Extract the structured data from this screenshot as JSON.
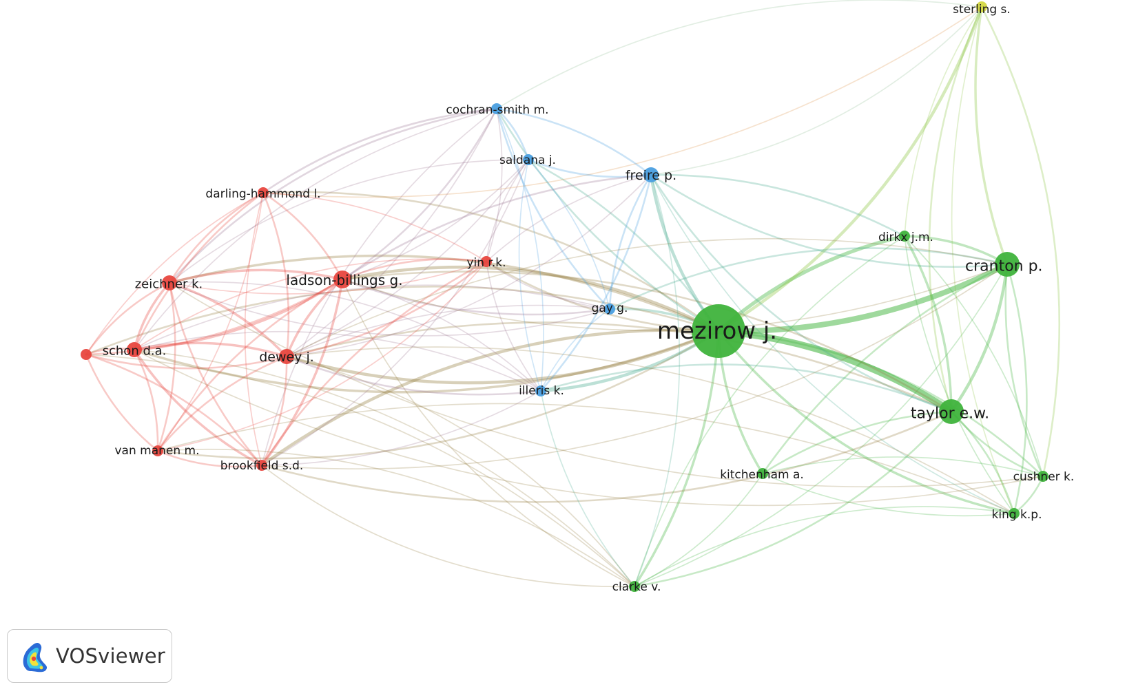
{
  "app": {
    "name": "VOSviewer",
    "logo_icon": "vosviewer-logo-icon"
  },
  "clusters": {
    "red": "#e8473f",
    "blue": "#4a9fe0",
    "green": "#3fb33c",
    "yellow": "#d4d843"
  },
  "nodes": [
    {
      "id": "mezirow",
      "label": "mezirow j.",
      "cluster": "green",
      "weight": 10
    },
    {
      "id": "cranton",
      "label": "cranton p.",
      "cluster": "green",
      "weight": 5
    },
    {
      "id": "taylor",
      "label": "taylor e.w.",
      "cluster": "green",
      "weight": 5
    },
    {
      "id": "dirkx",
      "label": "dirkx j.m.",
      "cluster": "green",
      "weight": 2
    },
    {
      "id": "kitchenham",
      "label": "kitchenham a.",
      "cluster": "green",
      "weight": 2
    },
    {
      "id": "cushner",
      "label": "cushner k.",
      "cluster": "green",
      "weight": 2
    },
    {
      "id": "king",
      "label": "king k.p.",
      "cluster": "green",
      "weight": 2
    },
    {
      "id": "clarke",
      "label": "clarke v.",
      "cluster": "green",
      "weight": 2
    },
    {
      "id": "sterling",
      "label": "sterling s.",
      "cluster": "yellow",
      "weight": 2
    },
    {
      "id": "cochran",
      "label": "cochran-smith m.",
      "cluster": "blue",
      "weight": 2
    },
    {
      "id": "saldana",
      "label": "saldana j.",
      "cluster": "blue",
      "weight": 2
    },
    {
      "id": "freire",
      "label": "freire p.",
      "cluster": "blue",
      "weight": 3
    },
    {
      "id": "gay",
      "label": "gay g.",
      "cluster": "blue",
      "weight": 2
    },
    {
      "id": "illeris",
      "label": "illeris k.",
      "cluster": "blue",
      "weight": 2
    },
    {
      "id": "darling",
      "label": "darling-hammond l.",
      "cluster": "red",
      "weight": 2
    },
    {
      "id": "yin",
      "label": "yin r.k.",
      "cluster": "red",
      "weight": 2
    },
    {
      "id": "ladson",
      "label": "ladson-billings g.",
      "cluster": "red",
      "weight": 4
    },
    {
      "id": "zeichner",
      "label": "zeichner k.",
      "cluster": "red",
      "weight": 3
    },
    {
      "id": "schon",
      "label": "schon d.a.",
      "cluster": "red",
      "weight": 3
    },
    {
      "id": "dewey",
      "label": "dewey j.",
      "cluster": "red",
      "weight": 3
    },
    {
      "id": "vanmanen",
      "label": "van manen m.",
      "cluster": "red",
      "weight": 2
    },
    {
      "id": "brookfield",
      "label": "brookfield s.d.",
      "cluster": "red",
      "weight": 2
    },
    {
      "id": "red_unlabeled",
      "label": "",
      "cluster": "red",
      "weight": 2
    }
  ],
  "links": [
    [
      "mezirow",
      "taylor",
      10
    ],
    [
      "mezirow",
      "cranton",
      8
    ],
    [
      "mezirow",
      "dirkx",
      5
    ],
    [
      "mezirow",
      "sterling",
      4
    ],
    [
      "mezirow",
      "freire",
      4
    ],
    [
      "mezirow",
      "gay",
      3
    ],
    [
      "mezirow",
      "illeris",
      4
    ],
    [
      "mezirow",
      "kitchenham",
      3
    ],
    [
      "mezirow",
      "cushner",
      2
    ],
    [
      "mezirow",
      "king",
      3
    ],
    [
      "mezirow",
      "clarke",
      3
    ],
    [
      "mezirow",
      "ladson",
      4
    ],
    [
      "mezirow",
      "dewey",
      4
    ],
    [
      "mezirow",
      "brookfield",
      4
    ],
    [
      "mezirow",
      "schon",
      3
    ],
    [
      "mezirow",
      "zeichner",
      3
    ],
    [
      "mezirow",
      "cochran",
      2
    ],
    [
      "mezirow",
      "saldana",
      2
    ],
    [
      "mezirow",
      "yin",
      2
    ],
    [
      "mezirow",
      "darling",
      2
    ],
    [
      "mezirow",
      "vanmanen",
      2
    ],
    [
      "mezirow",
      "red_unlabeled",
      2
    ],
    [
      "cranton",
      "taylor",
      4
    ],
    [
      "cranton",
      "dirkx",
      3
    ],
    [
      "cranton",
      "sterling",
      3
    ],
    [
      "cranton",
      "cushner",
      2
    ],
    [
      "cranton",
      "king",
      2
    ],
    [
      "cranton",
      "kitchenham",
      2
    ],
    [
      "cranton",
      "freire",
      2
    ],
    [
      "cranton",
      "gay",
      2
    ],
    [
      "cranton",
      "clarke",
      1
    ],
    [
      "taylor",
      "dirkx",
      3
    ],
    [
      "taylor",
      "sterling",
      2
    ],
    [
      "taylor",
      "cushner",
      2
    ],
    [
      "taylor",
      "king",
      2
    ],
    [
      "taylor",
      "kitchenham",
      2
    ],
    [
      "taylor",
      "freire",
      2
    ],
    [
      "taylor",
      "illeris",
      2
    ],
    [
      "taylor",
      "clarke",
      2
    ],
    [
      "taylor",
      "dewey",
      2
    ],
    [
      "taylor",
      "brookfield",
      2
    ],
    [
      "taylor",
      "ladson",
      2
    ],
    [
      "dirkx",
      "sterling",
      1
    ],
    [
      "dirkx",
      "king",
      1
    ],
    [
      "dirkx",
      "cushner",
      1
    ],
    [
      "dirkx",
      "clarke",
      1
    ],
    [
      "cushner",
      "king",
      2
    ],
    [
      "cushner",
      "sterling",
      2
    ],
    [
      "king",
      "sterling",
      1
    ],
    [
      "king",
      "clarke",
      1
    ],
    [
      "kitchenham",
      "clarke",
      1
    ],
    [
      "kitchenham",
      "king",
      1
    ],
    [
      "kitchenham",
      "cushner",
      1
    ],
    [
      "clarke",
      "dewey",
      1
    ],
    [
      "clarke",
      "ladson",
      1
    ],
    [
      "clarke",
      "freire",
      1
    ],
    [
      "clarke",
      "illeris",
      1
    ],
    [
      "clarke",
      "schon",
      1
    ],
    [
      "sterling",
      "freire",
      1
    ],
    [
      "sterling",
      "cochran",
      1
    ],
    [
      "sterling",
      "darling",
      1
    ],
    [
      "freire",
      "cochran",
      2
    ],
    [
      "freire",
      "saldana",
      2
    ],
    [
      "freire",
      "gay",
      2
    ],
    [
      "freire",
      "illeris",
      2
    ],
    [
      "freire",
      "ladson",
      2
    ],
    [
      "freire",
      "dewey",
      1
    ],
    [
      "freire",
      "yin",
      1
    ],
    [
      "freire",
      "dirkx",
      2
    ],
    [
      "freire",
      "king",
      1
    ],
    [
      "cochran",
      "saldana",
      2
    ],
    [
      "cochran",
      "gay",
      2
    ],
    [
      "cochran",
      "illeris",
      1
    ],
    [
      "cochran",
      "darling",
      2
    ],
    [
      "cochran",
      "ladson",
      2
    ],
    [
      "cochran",
      "zeichner",
      2
    ],
    [
      "cochran",
      "dewey",
      1
    ],
    [
      "cochran",
      "brookfield",
      1
    ],
    [
      "cochran",
      "yin",
      1
    ],
    [
      "cochran",
      "schon",
      1
    ],
    [
      "saldana",
      "gay",
      1
    ],
    [
      "saldana",
      "illeris",
      1
    ],
    [
      "saldana",
      "ladson",
      1
    ],
    [
      "saldana",
      "yin",
      1
    ],
    [
      "saldana",
      "dewey",
      1
    ],
    [
      "saldana",
      "zeichner",
      1
    ],
    [
      "saldana",
      "brookfield",
      1
    ],
    [
      "gay",
      "illeris",
      1
    ],
    [
      "gay",
      "ladson",
      2
    ],
    [
      "gay",
      "dewey",
      1
    ],
    [
      "gay",
      "zeichner",
      1
    ],
    [
      "gay",
      "schon",
      1
    ],
    [
      "gay",
      "yin",
      1
    ],
    [
      "illeris",
      "ladson",
      1
    ],
    [
      "illeris",
      "dewey",
      2
    ],
    [
      "illeris",
      "schon",
      1
    ],
    [
      "illeris",
      "yin",
      1
    ],
    [
      "illeris",
      "zeichner",
      1
    ],
    [
      "illeris",
      "brookfield",
      1
    ],
    [
      "darling",
      "zeichner",
      2
    ],
    [
      "darling",
      "ladson",
      2
    ],
    [
      "darling",
      "schon",
      2
    ],
    [
      "darling",
      "dewey",
      2
    ],
    [
      "darling",
      "red_unlabeled",
      1
    ],
    [
      "darling",
      "vanmanen",
      1
    ],
    [
      "darling",
      "brookfield",
      1
    ],
    [
      "darling",
      "yin",
      1
    ],
    [
      "yin",
      "ladson",
      2
    ],
    [
      "yin",
      "dewey",
      2
    ],
    [
      "yin",
      "brookfield",
      2
    ],
    [
      "yin",
      "zeichner",
      1
    ],
    [
      "yin",
      "schon",
      1
    ],
    [
      "yin",
      "vanmanen",
      1
    ],
    [
      "ladson",
      "zeichner",
      3
    ],
    [
      "ladson",
      "schon",
      3
    ],
    [
      "ladson",
      "dewey",
      3
    ],
    [
      "ladson",
      "red_unlabeled",
      2
    ],
    [
      "ladson",
      "vanmanen",
      2
    ],
    [
      "ladson",
      "brookfield",
      3
    ],
    [
      "zeichner",
      "schon",
      3
    ],
    [
      "zeichner",
      "dewey",
      3
    ],
    [
      "zeichner",
      "red_unlabeled",
      2
    ],
    [
      "zeichner",
      "vanmanen",
      2
    ],
    [
      "zeichner",
      "brookfield",
      2
    ],
    [
      "schon",
      "dewey",
      3
    ],
    [
      "schon",
      "red_unlabeled",
      2
    ],
    [
      "schon",
      "vanmanen",
      2
    ],
    [
      "schon",
      "brookfield",
      3
    ],
    [
      "dewey",
      "red_unlabeled",
      2
    ],
    [
      "dewey",
      "vanmanen",
      2
    ],
    [
      "dewey",
      "brookfield",
      2
    ],
    [
      "vanmanen",
      "brookfield",
      2
    ],
    [
      "vanmanen",
      "red_unlabeled",
      2
    ],
    [
      "brookfield",
      "red_unlabeled",
      2
    ],
    [
      "vanmanen",
      "clarke",
      1
    ],
    [
      "brookfield",
      "clarke",
      1
    ],
    [
      "red_unlabeled",
      "clarke",
      1
    ],
    [
      "schon",
      "cushner",
      1
    ],
    [
      "dewey",
      "king",
      1
    ],
    [
      "zeichner",
      "cushner",
      1
    ],
    [
      "vanmanen",
      "king",
      1
    ],
    [
      "ladson",
      "cranton",
      1
    ],
    [
      "dewey",
      "cranton",
      1
    ],
    [
      "brookfield",
      "cranton",
      1
    ]
  ]
}
